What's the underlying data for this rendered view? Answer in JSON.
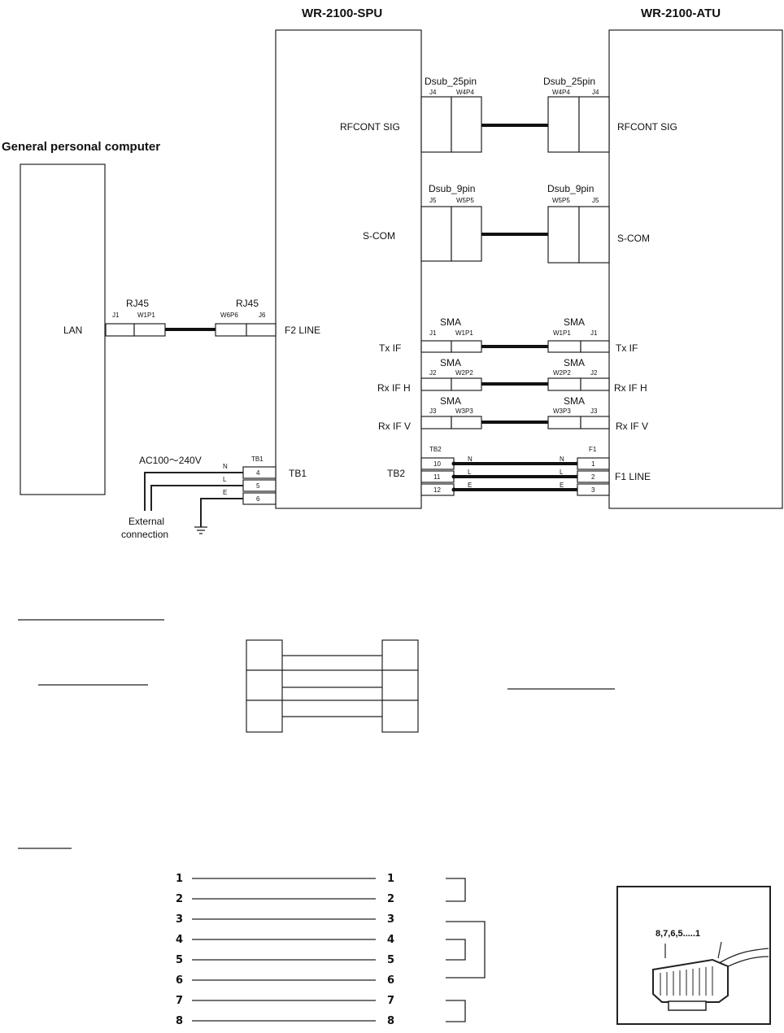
{
  "units": {
    "spu_title": "WR-2100-SPU",
    "atu_title": "WR-2100-ATU",
    "pc_title": "General personal computer",
    "pc_lan": "LAN"
  },
  "spu_ports": {
    "rfcont": "RFCONT SIG",
    "scom": "S-COM",
    "f2line": "F2 LINE",
    "txif": "Tx IF",
    "rxifh": "Rx IF H",
    "rxifv": "Rx IF V",
    "tb1": "TB1",
    "tb2": "TB2"
  },
  "atu_ports": {
    "rfcont": "RFCONT SIG",
    "scom": "S-COM",
    "txif": "Tx IF",
    "rxifh": "Rx IF H",
    "rxifv": "Rx IF V",
    "f1line": "F1 LINE"
  },
  "connectors": {
    "dsub25": "Dsub_25pin",
    "dsub9": "Dsub_9pin",
    "rj45": "RJ45",
    "sma": "SMA",
    "j4": "J4",
    "w4p4": "W4P4",
    "j5": "J5",
    "w5p5": "W5P5",
    "j1": "J1",
    "w1p1": "W1P1",
    "j2": "J2",
    "w2p2": "W2P2",
    "j3": "J3",
    "w3p3": "W3P3",
    "w6p6": "W6P6",
    "j6": "J6",
    "tb1": "TB1",
    "tb2": "TB2",
    "f1": "F1"
  },
  "power": {
    "ac_label": "AC100～240V",
    "external_line1": "External",
    "external_line2": "connection",
    "wire_n": "N",
    "wire_l": "L",
    "wire_e": "E",
    "tb1_pins": [
      "4",
      "5",
      "6"
    ],
    "tb2_pins": [
      "10",
      "11",
      "12"
    ],
    "f1_pins": [
      "1",
      "2",
      "3"
    ]
  },
  "lan_pinout": {
    "left_pins": [
      "1",
      "2",
      "3",
      "4",
      "5",
      "6",
      "7",
      "8"
    ],
    "right_pins": [
      "1",
      "2",
      "3",
      "4",
      "5",
      "6",
      "7",
      "8"
    ],
    "plug_label": "8,7,6,5.....1"
  }
}
